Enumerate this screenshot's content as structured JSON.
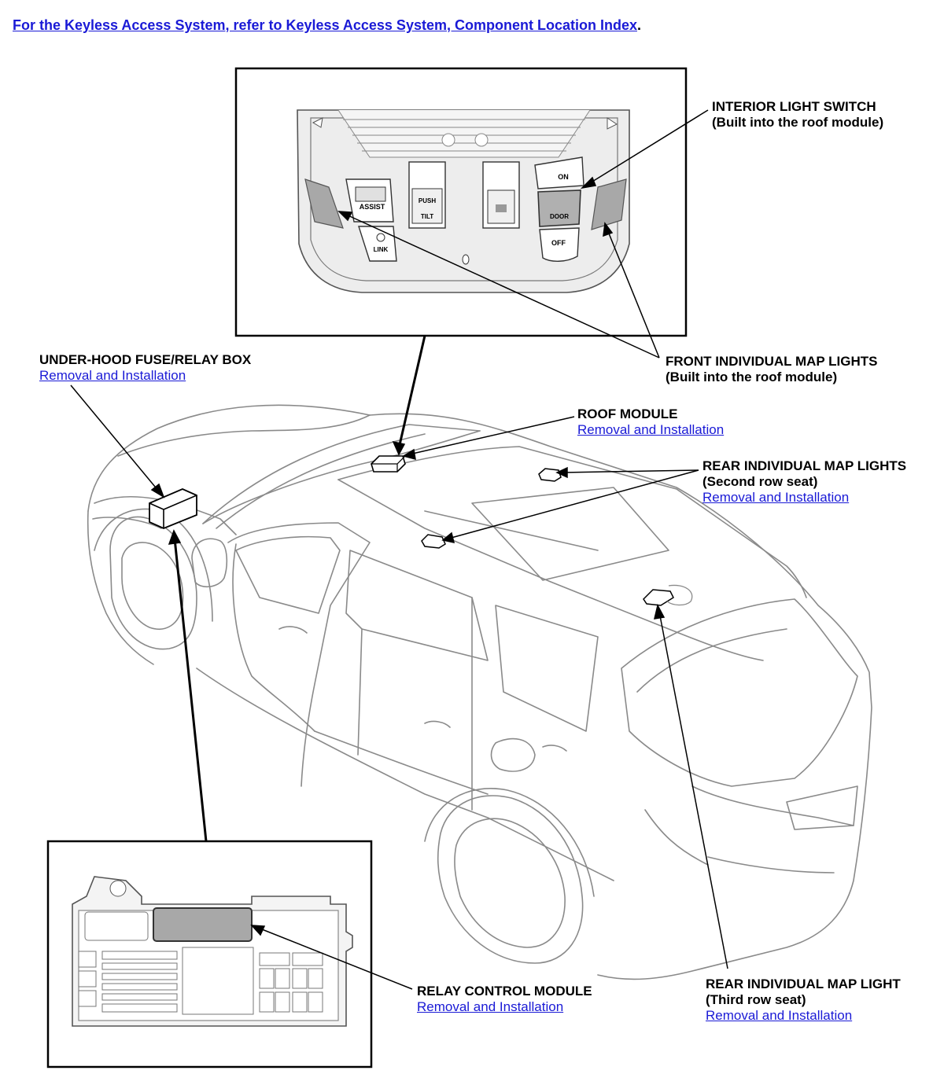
{
  "header": {
    "link_text": "For the Keyless Access System, refer to Keyless Access System, Component Location Index",
    "period": "."
  },
  "roof_module_buttons": {
    "assist": "ASSIST",
    "push": "PUSH",
    "tilt": "TILT",
    "link": "LINK",
    "on": "ON",
    "door": "DOOR",
    "off": "OFF"
  },
  "labels": {
    "interior_light_switch": {
      "title": "INTERIOR LIGHT SWITCH",
      "subtitle": "(Built into the roof module)"
    },
    "front_map_lights": {
      "title": "FRONT INDIVIDUAL MAP LIGHTS",
      "subtitle": "(Built into the roof module)"
    },
    "under_hood_box": {
      "title": "UNDER-HOOD FUSE/RELAY BOX",
      "link": "Removal and Installation"
    },
    "roof_module": {
      "title": "ROOF MODULE",
      "link": "Removal and Installation"
    },
    "rear_map_lights_second": {
      "title": "REAR INDIVIDUAL MAP LIGHTS",
      "subtitle": "(Second row seat)",
      "link": "Removal and Installation"
    },
    "relay_control_module": {
      "title": "RELAY CONTROL MODULE",
      "link": "Removal and Installation"
    },
    "rear_map_light_third": {
      "title": "REAR INDIVIDUAL MAP LIGHT",
      "subtitle": "(Third row seat)",
      "link": "Removal and Installation"
    }
  },
  "colors": {
    "link": "#1a1ad6",
    "component_fill": "#b0b0b0",
    "line": "#000000",
    "car_line": "#8a8a8a"
  }
}
